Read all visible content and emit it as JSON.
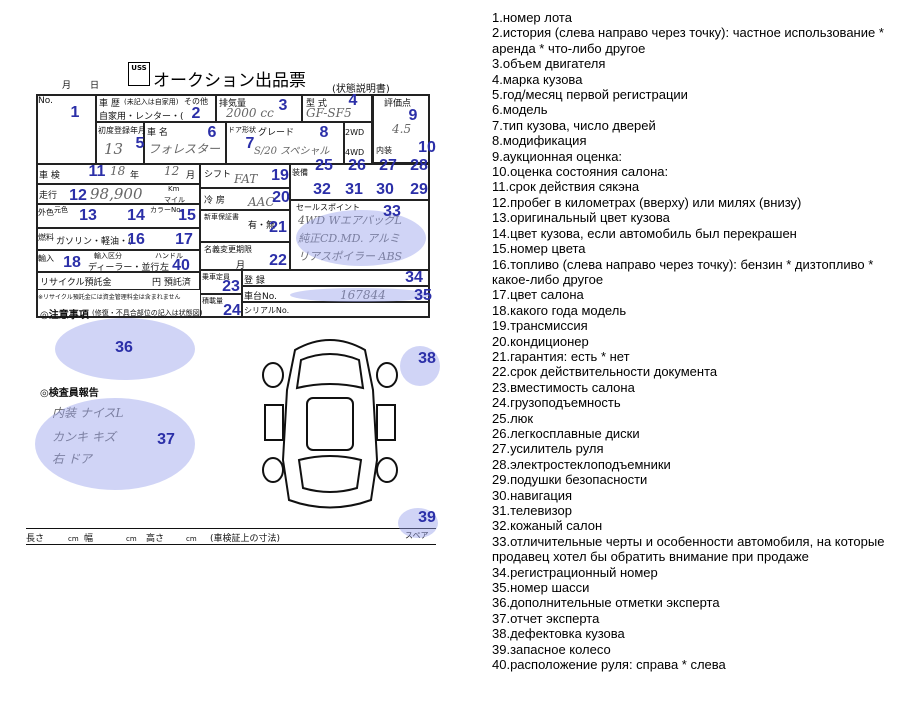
{
  "sheet": {
    "title": "オークション出品票",
    "subtitle": "(状態説明書)",
    "logo": "USS",
    "date_month": "月",
    "date_day": "日",
    "fields": {
      "no": "No.",
      "history": "車 歴",
      "history_note": "(未記入は自家用)",
      "history_other": "その他",
      "history_values": "自家用・レンター・(",
      "displacement": "排気量",
      "model_type": "型 式",
      "grade_label": "評価点",
      "first_reg": "初度登録年月",
      "car_name": "車 名",
      "door_type": "ドア形状",
      "grade": "グレード",
      "wd2": "2WD",
      "wd4": "4WD",
      "interior": "内装",
      "inspection": "車 検",
      "year": "年",
      "month": "月",
      "mileage": "走行",
      "km": "Km",
      "mile": "マイル",
      "shift": "シフト",
      "equip": "装備",
      "cooler": "冷 房",
      "exterior_color": "外色",
      "original_color": "元色",
      "color_no": "カラーNo.",
      "new_warranty": "新車保証書",
      "has_none": "有・無",
      "fuel": "燃料",
      "fuel_values": "ガソリン・軽油・(",
      "name_change": "名義変更期限",
      "import": "輸入",
      "import_division": "輸入区分",
      "handle": "ハンドル",
      "dealer": "ディーラー・並行",
      "left": "左",
      "sales_point": "セールスポイント",
      "capacity": "乗車定員",
      "load": "積載量",
      "registration": "登 録",
      "chassis": "車台No.",
      "serial": "シリアルNo.",
      "recycle": "リサイクル預託金",
      "recycle_deposit": "円 預託済",
      "recycle_note": "※リサイクル預託金には資金管理料金は含まれません",
      "notes": "◎注意事項",
      "notes_sub": "(修復・不具合部位の記入は状態図)",
      "inspector": "◎検査員報告",
      "length": "長さ",
      "width": "幅",
      "height": "高さ",
      "cm": "cm",
      "size_note": "(車検証上の寸法)",
      "spare": "スペア"
    },
    "handwriting": {
      "first_reg": "13",
      "inspection_year": "18",
      "inspection_month": "12",
      "mileage": "98,900",
      "displacement": "2000 cc",
      "model": "GF-SF5",
      "car_name": "フォレスター",
      "grade": "S/20 スペシャル",
      "score": "4.5",
      "shift": "FAT",
      "cooler": "AAC",
      "sales1": "4WD WエアバッグL",
      "sales2": "純正CD.MD. アルミ",
      "sales3": "リアスポイラー ABS",
      "chassis": "167844",
      "report1": "内装 ナイスL",
      "report2": "カンキ キズ",
      "report3": "右 ドア"
    },
    "markers": [
      "1",
      "2",
      "3",
      "4",
      "5",
      "6",
      "7",
      "8",
      "9",
      "10",
      "11",
      "12",
      "13",
      "14",
      "15",
      "16",
      "17",
      "18",
      "19",
      "20",
      "21",
      "22",
      "23",
      "24",
      "25",
      "26",
      "27",
      "28",
      "29",
      "30",
      "31",
      "32",
      "33",
      "34",
      "35",
      "36",
      "37",
      "38",
      "39",
      "40"
    ]
  },
  "legend": [
    "1.номер лота",
    "2.история (слева направо через точку): частное использование * аренда * что-либо другое",
    "3.объем двигателя",
    "4.марка кузова",
    "5.год/месяц первой регистрации",
    "6.модель",
    "7.тип кузова, число дверей",
    "8.модификация",
    "9.аукционная оценка:",
    "10.оценка состояния салона:",
    "11.срок действия сякэна",
    "12.пробег в километрах (вверху) или милях (внизу)",
    "13.оригинальный цвет кузова",
    "14.цвет кузова, если автомобиль был перекрашен",
    "15.номер цвета",
    "16.топливо (слева направо через точку): бензин * дизтопливо * какое-либо другое",
    "17.цвет салона",
    "18.какого года модель",
    "19.трансмиссия",
    "20.кондиционер",
    "21.гарантия: есть * нет",
    "22.срок действительности документа",
    "23.вместимость салона",
    "24.грузоподъемность",
    "25.люк",
    "26.легкосплавные диски",
    "27.усилитель руля",
    "28.электростеклоподъемники",
    "29.подушки безопасности",
    "30.навигация",
    "31.телевизор",
    "32.кожаный салон",
    "33.отличительные черты и особенности автомобиля, на которые продавец хотел бы обратить внимание при продаже",
    "34.регистрационный номер",
    "35.номер шасси",
    "36.дополнительные отметки эксперта",
    "37.отчет эксперта",
    "38.дефектовка кузова",
    "39.запасное колесо",
    "40.расположение руля: справа * слева"
  ]
}
